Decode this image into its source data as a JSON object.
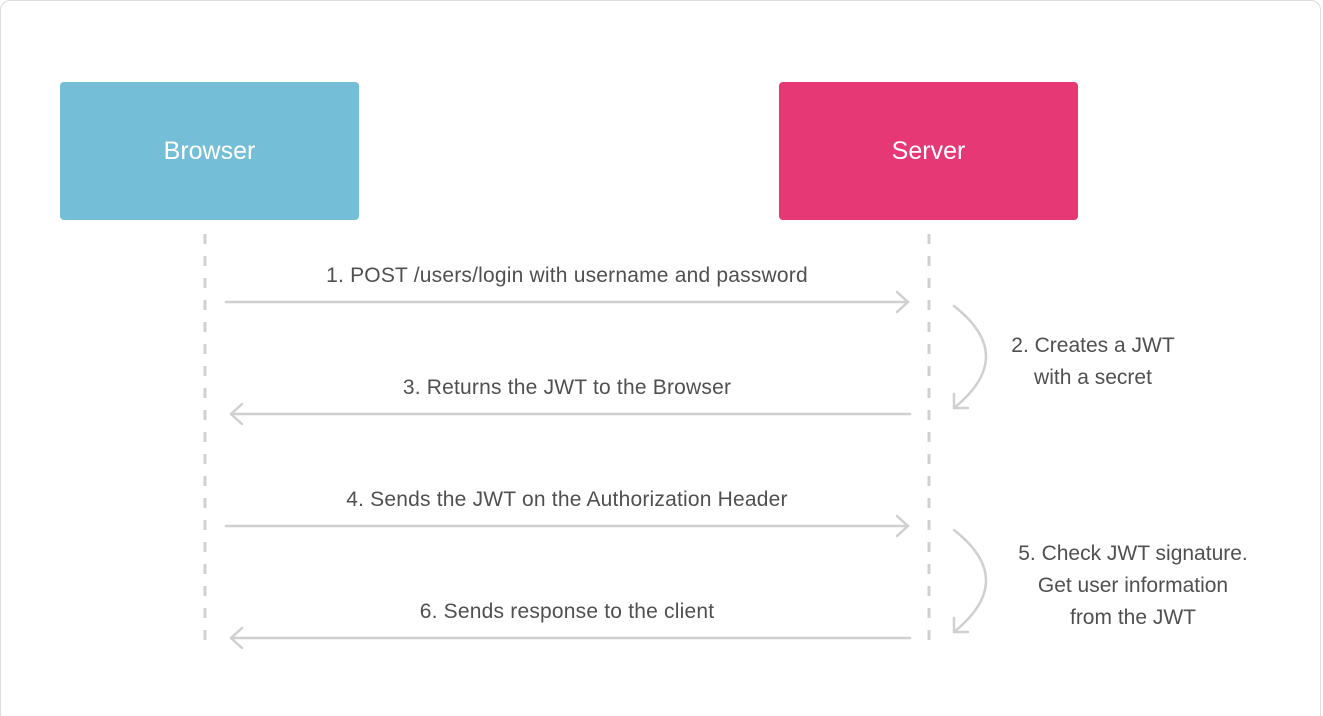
{
  "diagram": {
    "actors": {
      "browser": {
        "label": "Browser",
        "color": "#74bfd7"
      },
      "server": {
        "label": "Server",
        "color": "#e53874"
      }
    },
    "messages": [
      {
        "text": "1. POST /users/login with username and password",
        "direction": "browser-to-server"
      },
      {
        "text": "3. Returns the JWT to the Browser",
        "direction": "server-to-browser"
      },
      {
        "text": "4. Sends the JWT on the Authorization Header",
        "direction": "browser-to-server"
      },
      {
        "text": "6. Sends response to the client",
        "direction": "server-to-browser"
      }
    ],
    "notes": [
      {
        "lines": [
          "2. Creates a JWT",
          "with a secret"
        ]
      },
      {
        "lines": [
          "5. Check JWT signature.",
          "Get user information",
          "from the JWT"
        ]
      }
    ],
    "colors": {
      "line": "#d0d0d0",
      "text": "#505050"
    }
  }
}
